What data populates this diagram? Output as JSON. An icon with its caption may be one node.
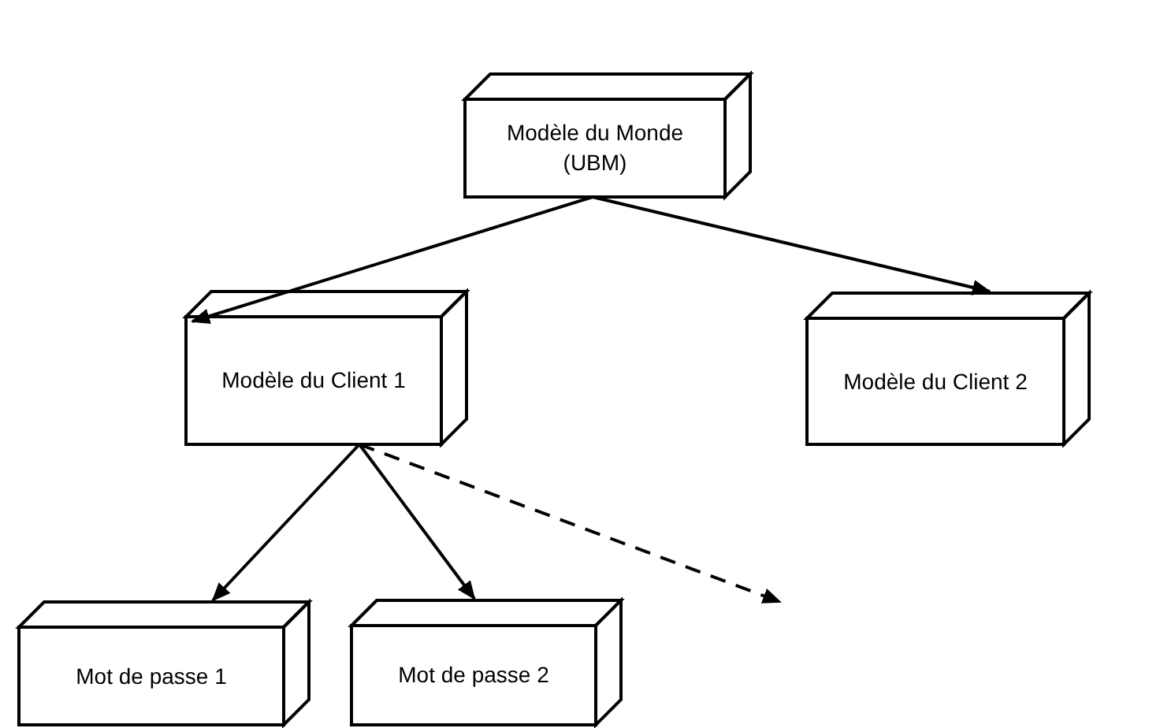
{
  "diagram": {
    "nodes": [
      {
        "text": [
          "Modèle du Monde (UBM)"
        ]
      },
      {
        "text": [
          "Modèle du Client 1"
        ]
      },
      {
        "text": [
          "Modèle du Client 2"
        ]
      },
      {
        "text": [
          "Mot de passe 1"
        ]
      },
      {
        "text": [
          "Mot de passe 2"
        ]
      }
    ],
    "edges": [
      {
        "from": 0,
        "to": 1,
        "arrow": "to"
      },
      {
        "from": 0,
        "to": 2,
        "arrow": "to"
      },
      {
        "from": 1,
        "to": 3,
        "arrow": "to"
      },
      {
        "from": 1,
        "to": 4,
        "arrow": "to"
      },
      {
        "from": 1,
        "to": null,
        "arrow": "to",
        "style": "dashed"
      }
    ]
  }
}
